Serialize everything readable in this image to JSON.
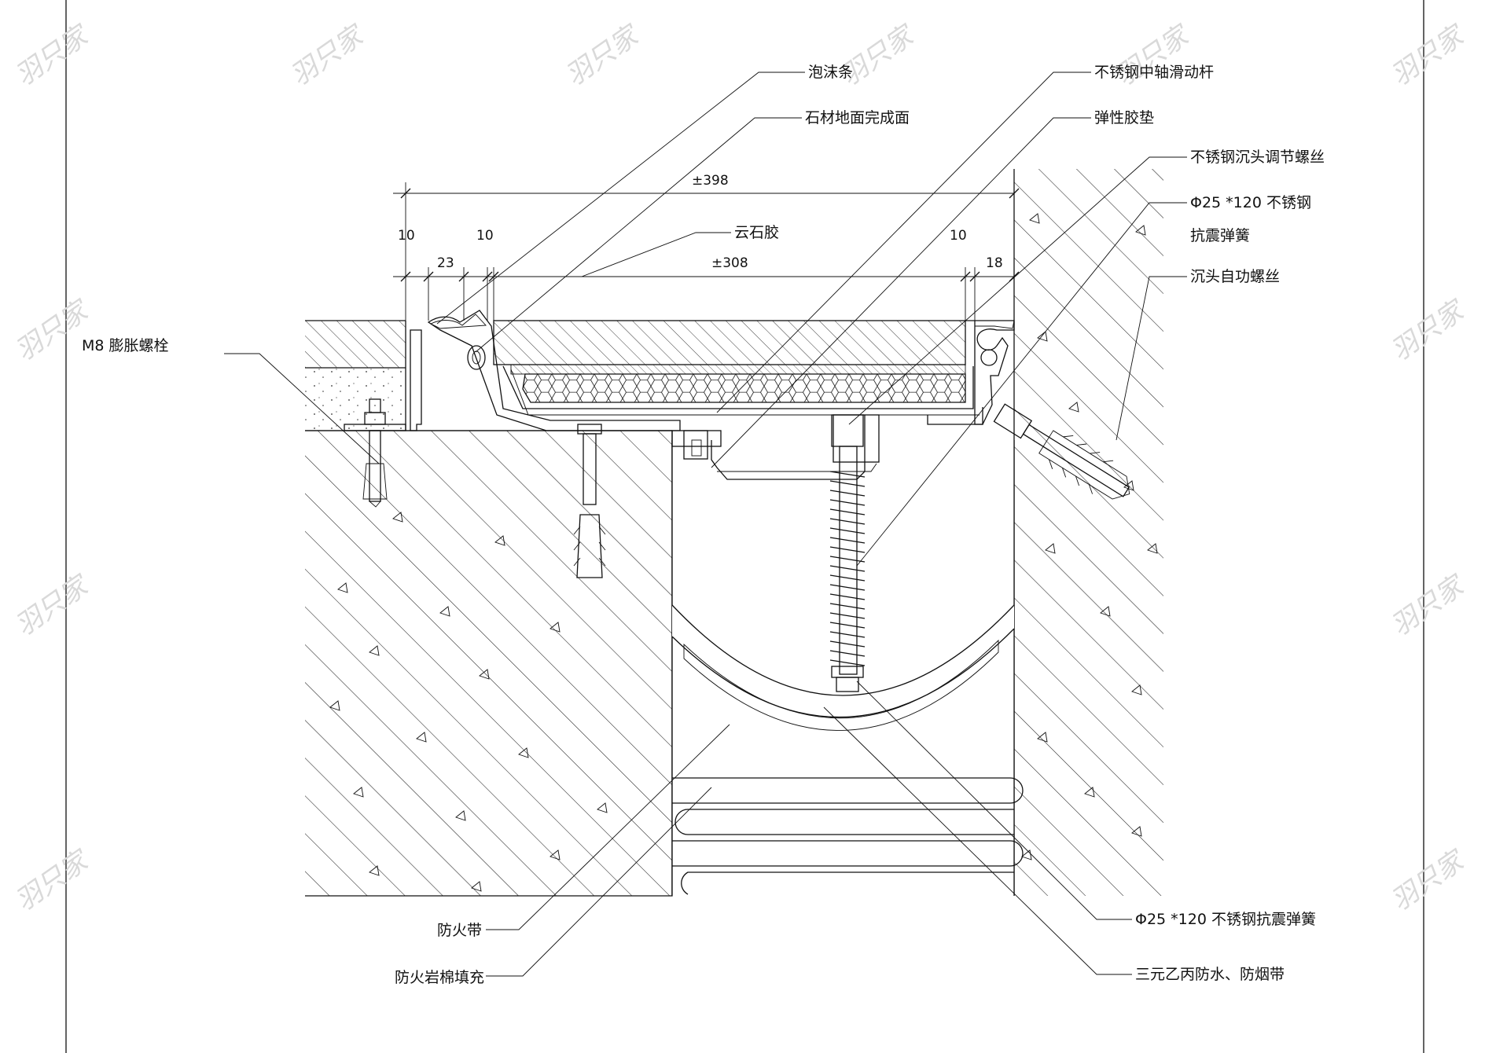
{
  "labels": {
    "foam_strip": "泡沫条",
    "stone_surface": "石材地面完成面",
    "marble_glue": "云石胶",
    "expansion_bolt": "M8 膨胀螺栓",
    "slide_rod": "不锈钢中轴滑动杆",
    "elastic_pad": "弹性胶垫",
    "adjust_screw": "不锈钢沉头调节螺丝",
    "spring_top_line1": "Φ25 *120 不锈钢",
    "spring_top_line2": "抗震弹簧",
    "self_tap_screw": "沉头自功螺丝",
    "fire_belt": "防火带",
    "rock_wool": "防火岩棉填充",
    "spring_bottom": "Φ25 *120 不锈钢抗震弹簧",
    "epdm_belt": "三元乙丙防水、防烟带"
  },
  "dimensions": {
    "overall": "±398",
    "inner": "±308",
    "left_10": "10",
    "left_23": "23",
    "mid_10": "10",
    "right_10": "10",
    "right_18": "18"
  },
  "watermark": "羽只家",
  "colors": {
    "line": "#111111",
    "paper": "#ffffff",
    "watermark": "#d9d9d9"
  }
}
